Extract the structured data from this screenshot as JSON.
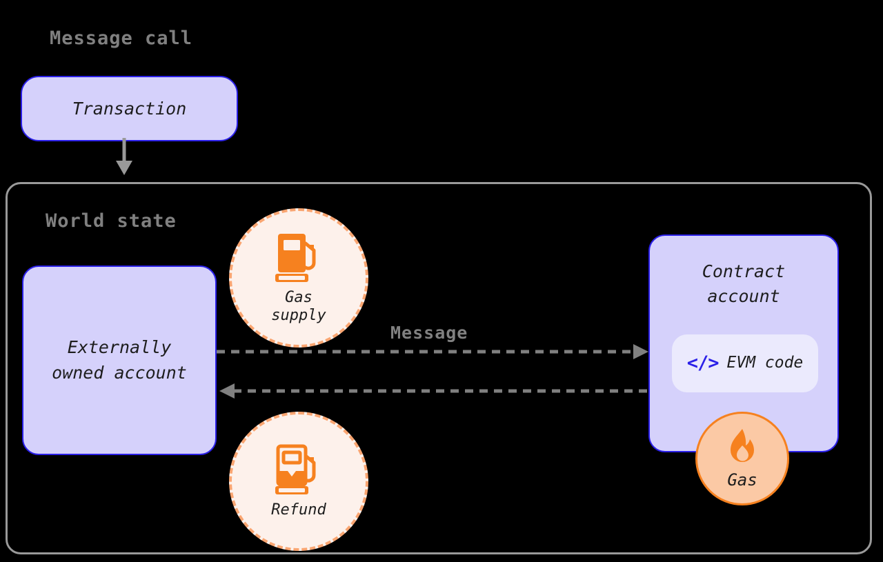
{
  "diagram": {
    "title": "Message call",
    "world_state_title": "World state",
    "message_label": "Message"
  },
  "nodes": {
    "transaction": {
      "label": "Transaction"
    },
    "eoa": {
      "line1": "Externally",
      "line2": "owned account"
    },
    "contract": {
      "line1": "Contract",
      "line2": "account"
    },
    "evm_code": {
      "icon": "</>",
      "label": "EVM code"
    }
  },
  "badges": {
    "gas_supply": {
      "label": "Gas\nsupply",
      "icon": "gas-pump-full-icon"
    },
    "refund": {
      "label": "Refund",
      "icon": "gas-pump-partial-icon"
    },
    "gas": {
      "label": "Gas",
      "icon": "flame-icon"
    }
  },
  "arrows": [
    {
      "name": "transaction-to-world-state",
      "style": "solid",
      "direction": "down"
    },
    {
      "name": "eoa-to-contract",
      "style": "dashed",
      "direction": "right"
    },
    {
      "name": "contract-to-eoa",
      "style": "dashed",
      "direction": "left"
    }
  ],
  "colors": {
    "background": "#000000",
    "node_fill": "#D5D1FB",
    "node_border": "#2B20E8",
    "badge_fill": "#EBEAFD",
    "circle_fill": "#FDF1EB",
    "circle_border": "#F9A571",
    "orange": "#F6811F",
    "gas_circle_fill": "#FBC9A5",
    "container_border": "#9A9A9A",
    "arrow_gray": "#808080",
    "title_gray": "#808080"
  }
}
